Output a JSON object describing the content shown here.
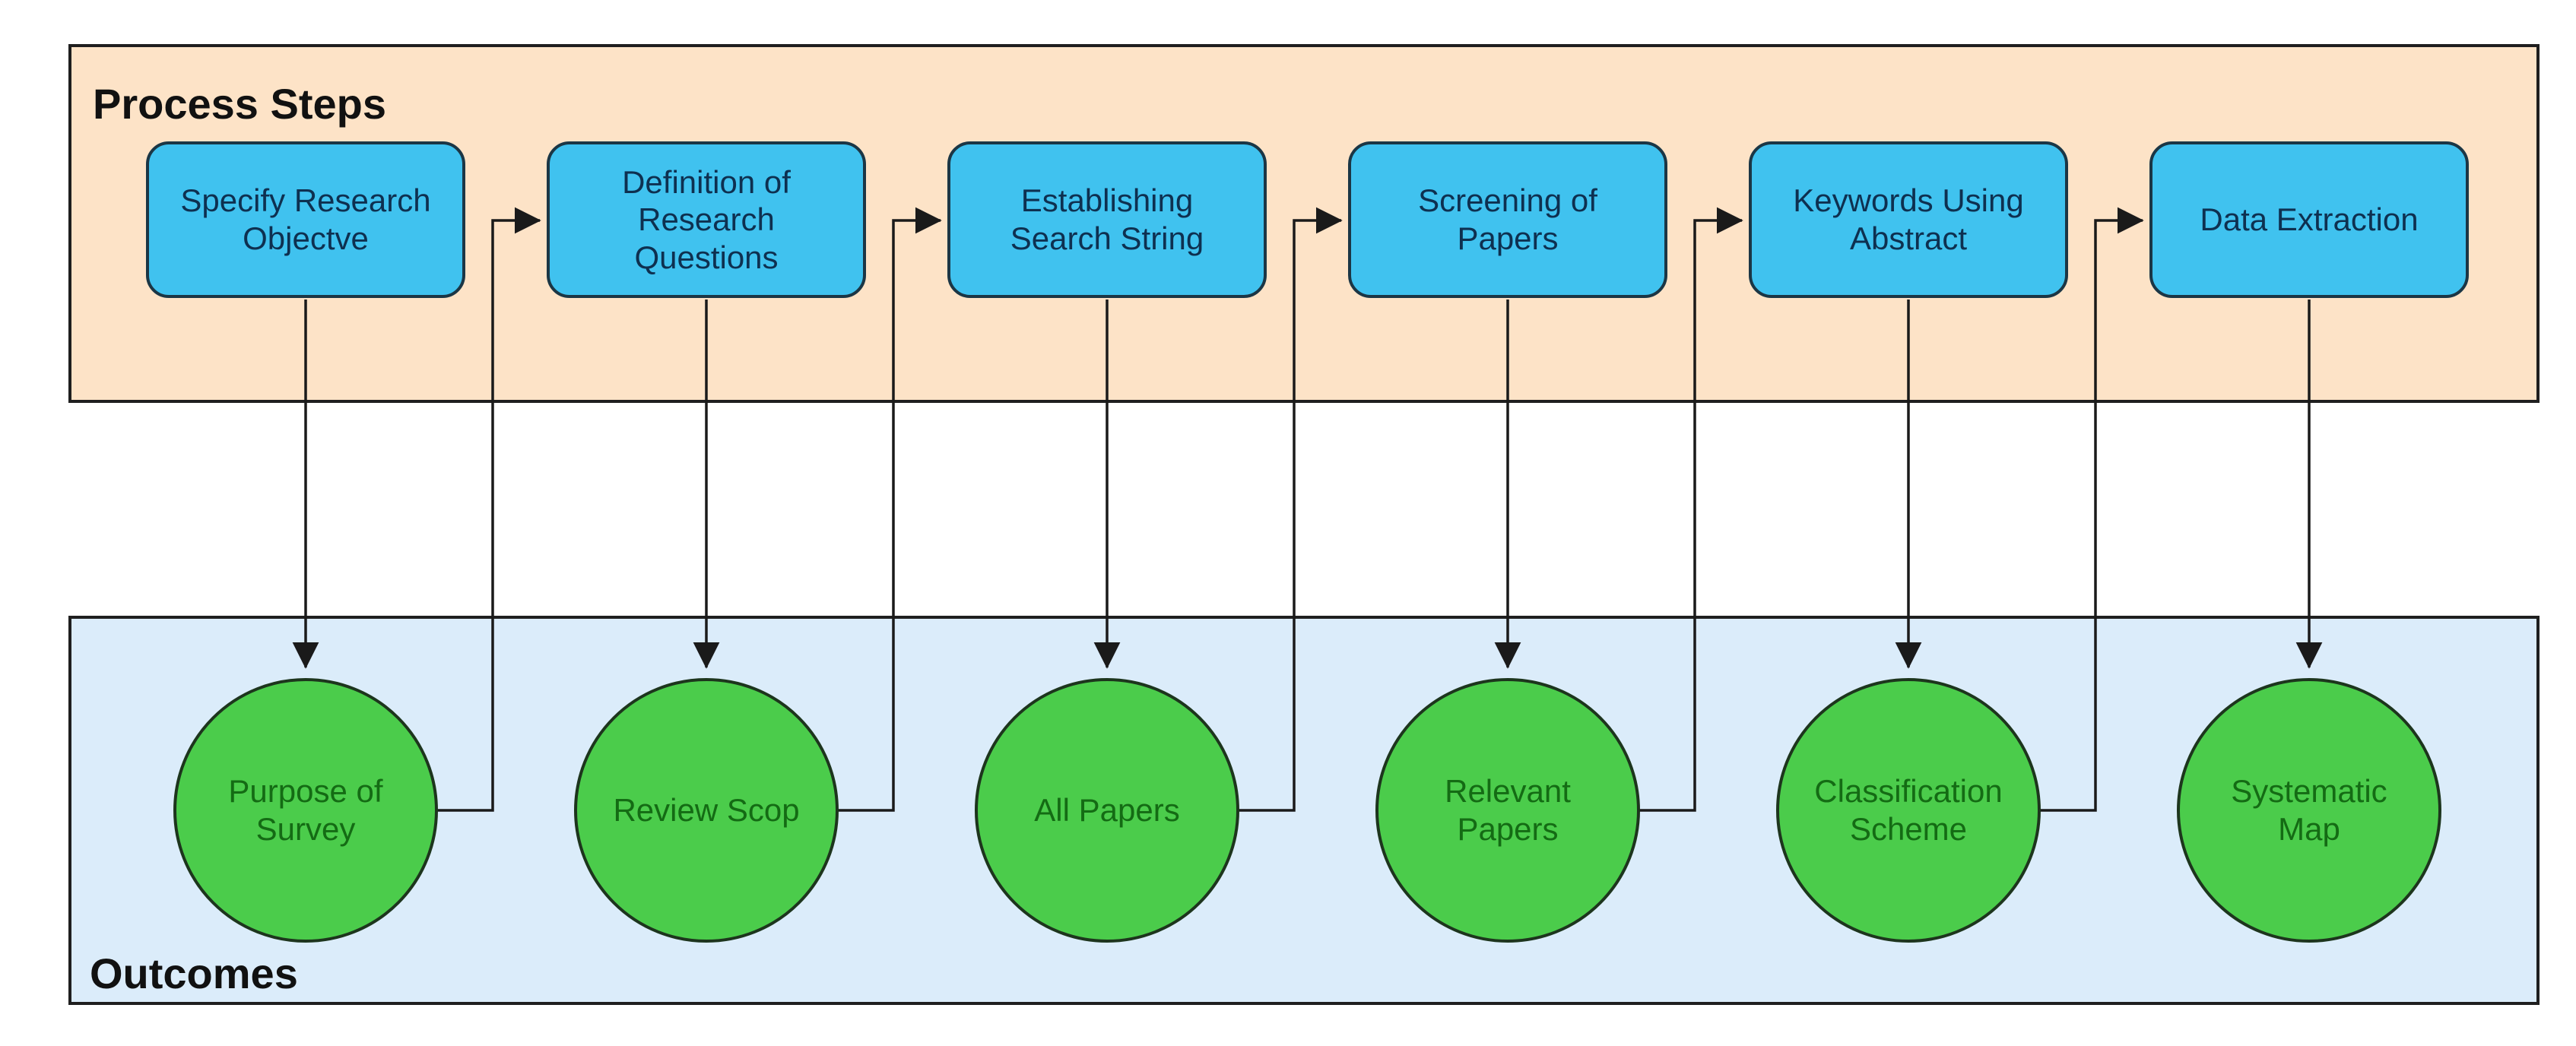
{
  "process_band": {
    "title": "Process Steps",
    "steps": [
      "Specify Research Objectve",
      "Definition of Research Questions",
      "Establishing Search String",
      "Screening of Papers",
      "Keywords Using Abstract",
      "Data Extraction"
    ]
  },
  "outcomes_band": {
    "title": "Outcomes",
    "outcomes": [
      "Purpose of Survey",
      "Review Scop",
      "All Papers",
      "Relevant Papers",
      "Classification Scheme",
      "Systematic Map"
    ]
  },
  "colors": {
    "process-band-bg": "#fde3c7",
    "outcomes-band-bg": "#dbecfa",
    "band-stroke": "#1f1f1f",
    "band-title-text": "#111111",
    "step-fill": "#40c2ef",
    "step-stroke": "#1b3645",
    "step-text": "#0e3050",
    "outcome-fill": "#4bcc4b",
    "outcome-stroke": "#1d351d",
    "outcome-text": "#146b14",
    "connector": "#1a1a1a"
  }
}
